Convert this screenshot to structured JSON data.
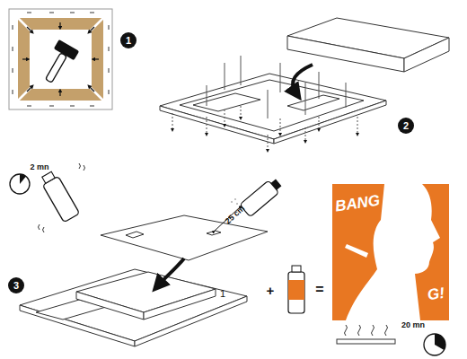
{
  "diagram": {
    "labels": [
      "1",
      "2",
      "3",
      "2 mn",
      "25 cm",
      "1",
      "+",
      "=",
      "BANG",
      "G!",
      "20 mn"
    ]
  }
}
